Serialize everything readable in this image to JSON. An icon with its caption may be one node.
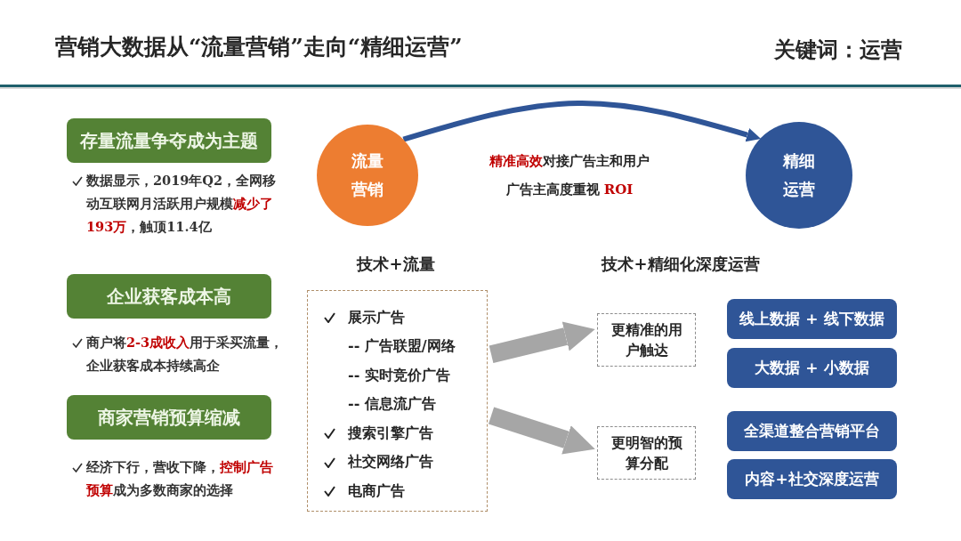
{
  "diagram": {
    "title": "营销大数据从“流量营销”走向“精细运营”",
    "nodes": [
      {
        "text": [
          "存量流量争夺成为主题"
        ],
        "beside": [
          "数据显示，2019年Q2，全网移动互联网月活跃用户规模**减少了193万**，触顶11.4亿"
        ]
      },
      {
        "text": [
          "企业获客成本高"
        ],
        "beside": [
          "商户将**2-3成收入**用于采买流量，企业获客成本持续高企"
        ]
      },
      {
        "text": [
          "商家营销预算缩减"
        ],
        "beside": [
          "经济下行，营收下降，**控制广告预算**成为多数商家的选择"
        ]
      },
      {
        "text": [
          "流量营销"
        ]
      },
      {
        "text": [
          "精细运营"
        ]
      },
      {
        "text": [
          "展示广告",
          "-- 广告联盟/网络",
          "-- 实时竞价广告",
          "-- 信息流广告",
          "搜索引擎广告",
          "社交网络广告",
          "电商广告"
        ]
      },
      {
        "text": [
          "更精准的用户触达"
        ]
      },
      {
        "text": [
          "更明智的预算分配"
        ]
      },
      {
        "text": [
          "线上数据 + 线下数据"
        ]
      },
      {
        "text": [
          "大数据 + 小数据"
        ]
      },
      {
        "text": [
          "全渠道整合营销平台"
        ]
      },
      {
        "text": [
          "内容+社交深度运营"
        ]
      }
    ],
    "edges": [
      {
        "from": 3,
        "to": 4,
        "arrow": "to",
        "color": "#2f5597"
      },
      {
        "from": 5,
        "to": 6,
        "arrow": "to",
        "color": "#a6a6a6"
      },
      {
        "from": 5,
        "to": 7,
        "arrow": "to",
        "color": "#a6a6a6"
      }
    ],
    "labels": [
      "关键词：运营",
      "**精准高效**对接广告主和用户",
      "广告主高度重视 **ROI**",
      "技术+流量",
      "技术+精细化深度运营"
    ]
  }
}
